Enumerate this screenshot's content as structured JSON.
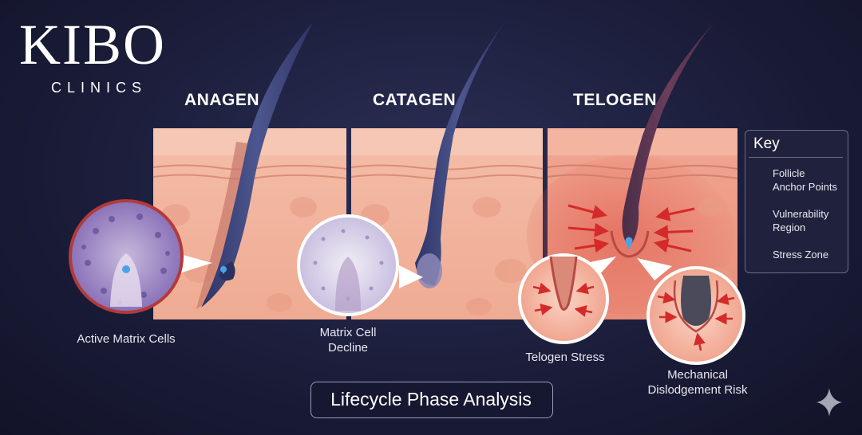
{
  "logo": {
    "main": "KIBO",
    "sub": "CLINICS"
  },
  "phases": [
    {
      "title": "ANAGEN"
    },
    {
      "title": "CATAGEN"
    },
    {
      "title": "TELOGEN"
    }
  ],
  "callouts": {
    "active_matrix": "Active Matrix Cells",
    "matrix_decline_line1": "Matrix Cell",
    "matrix_decline_line2": "Decline",
    "telogen_stress": "Telogen Stress",
    "mechanical_line1": "Mechanical",
    "mechanical_line2": "Dislodgement Risk"
  },
  "key": {
    "title": "Key",
    "items": [
      {
        "line1": "Follicle",
        "line2": "Anchor Points",
        "icon": "anchor-pin-icon",
        "color": "#4aa3e8"
      },
      {
        "line1": "Vulnerability",
        "line2": "Region",
        "icon": "vulnerability-swatch-icon",
        "color": "#8b2f3a"
      },
      {
        "line1": "Stress Zone",
        "line2": "",
        "icon": "red-arrow-icon",
        "color": "#d42a2a"
      }
    ]
  },
  "footer": {
    "label": "Lifecycle Phase Analysis"
  },
  "colors": {
    "skin": "#f2b59e",
    "skin_dark": "#e49a82",
    "hair": "#3c4478",
    "stress": "#d42a2a",
    "anchor": "#4aa3e8"
  }
}
